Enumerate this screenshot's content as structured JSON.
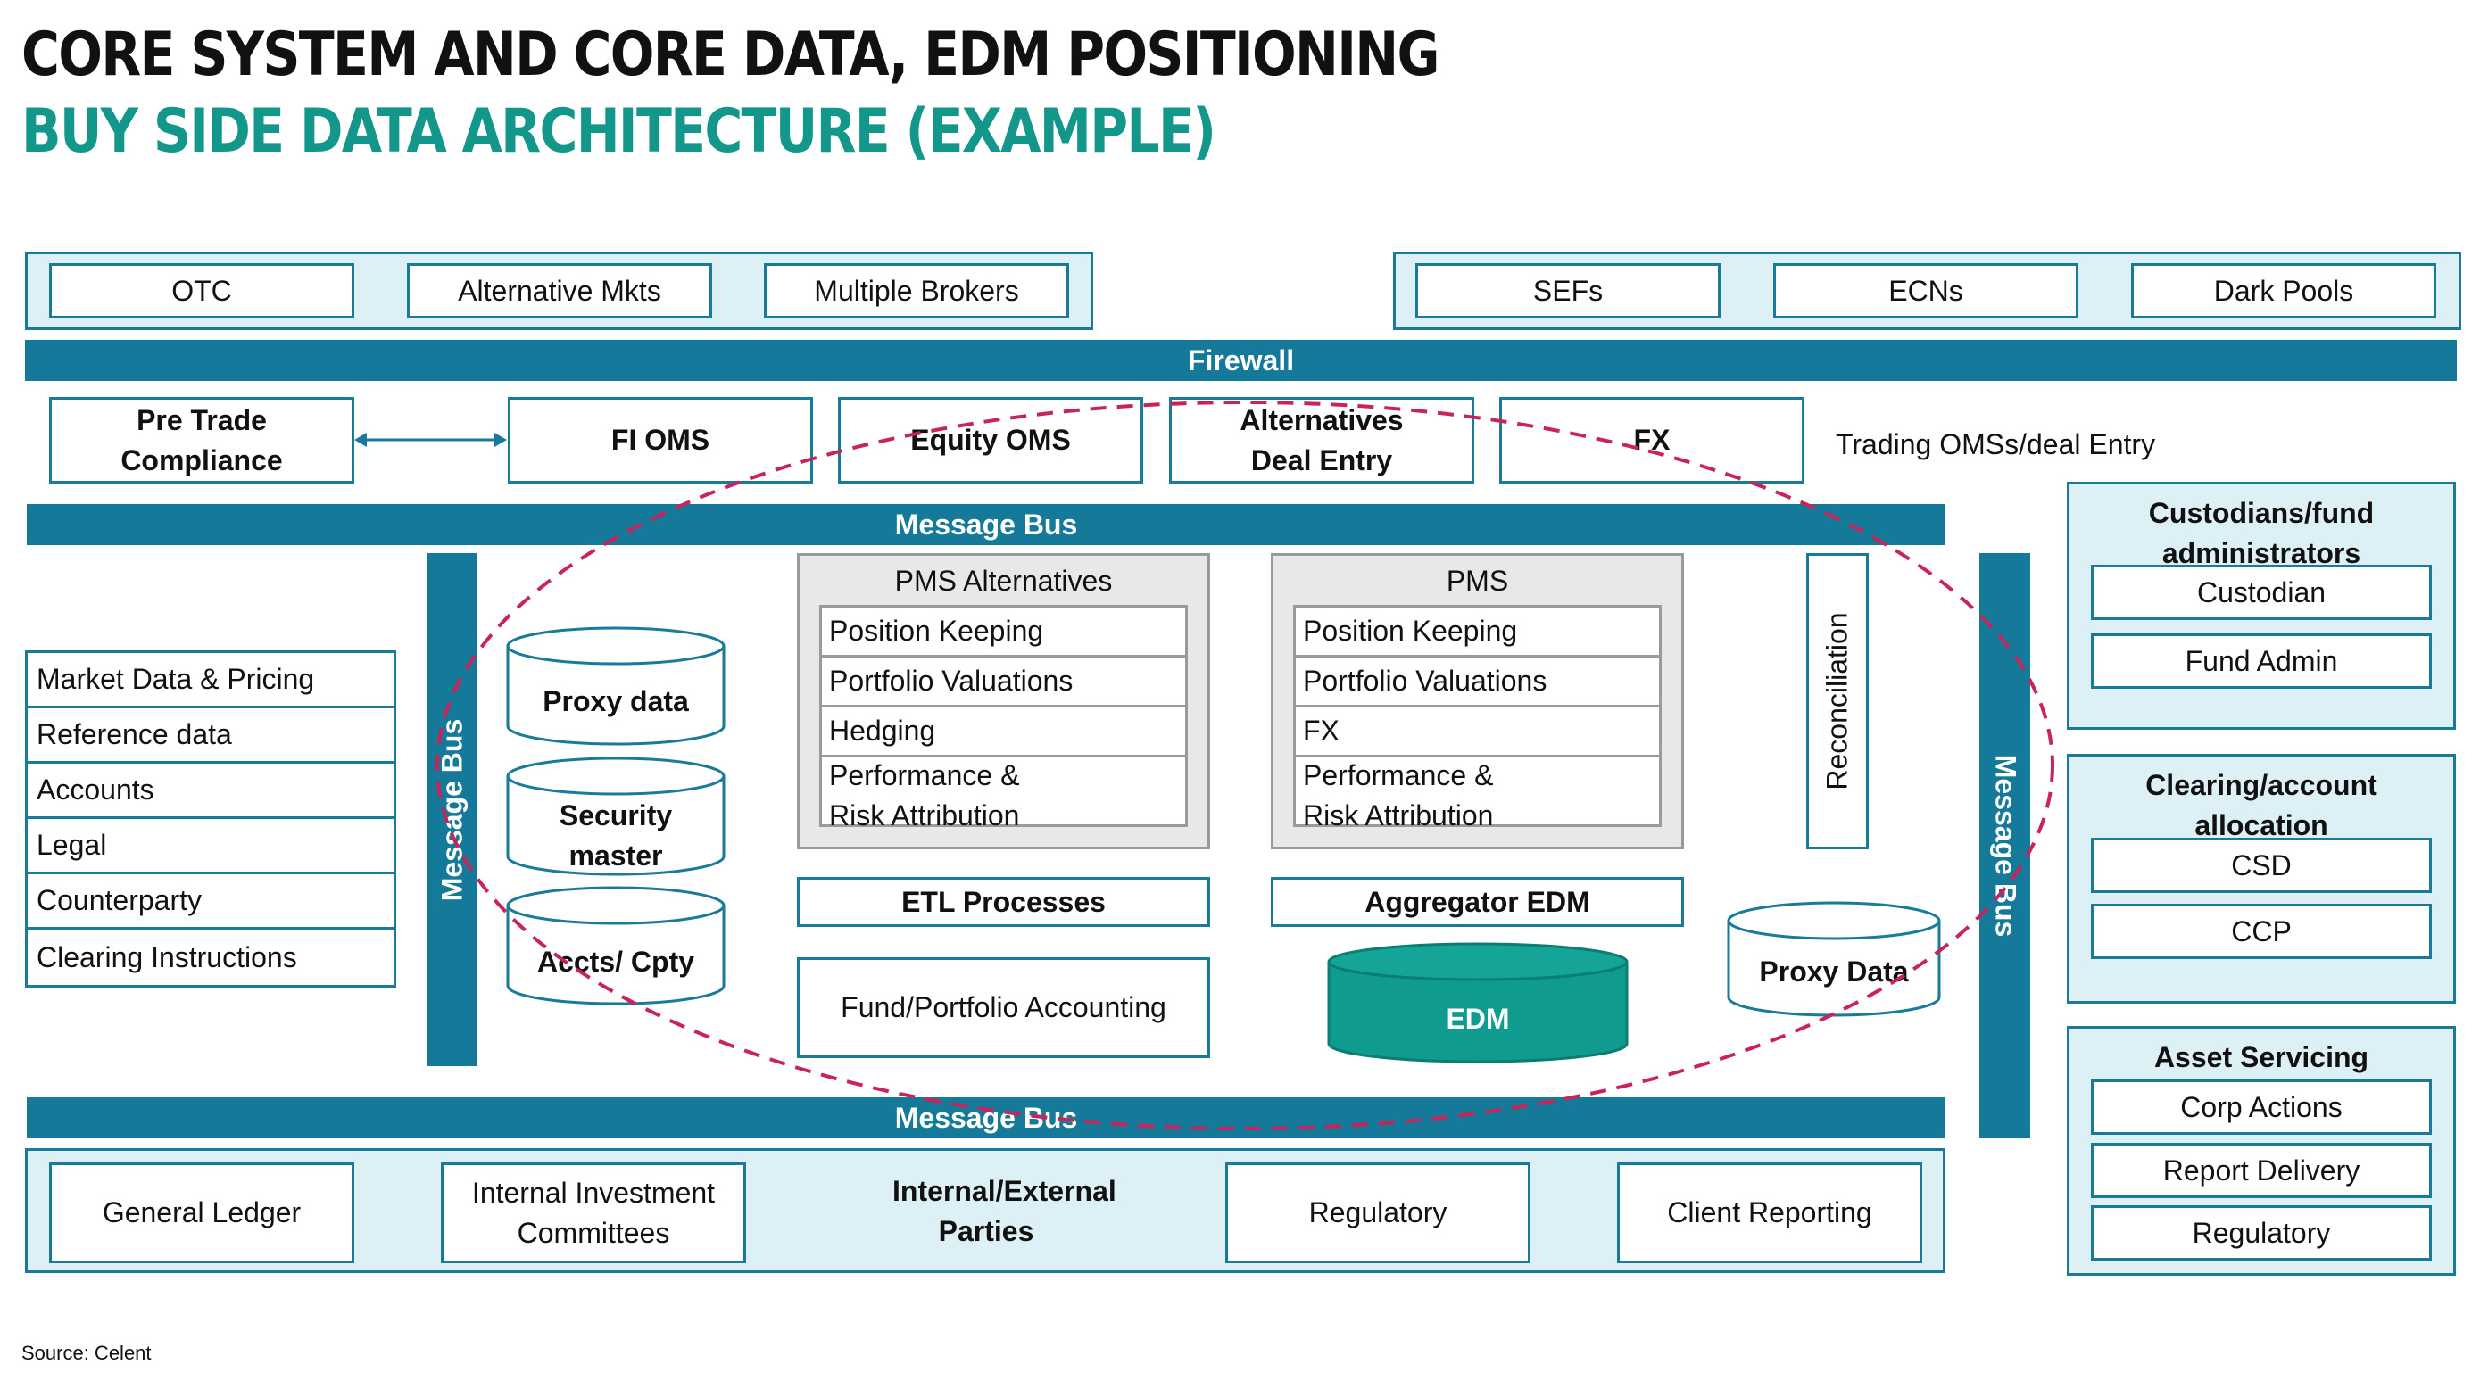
{
  "title": "CORE SYSTEM AND CORE DATA, EDM POSITIONING",
  "subtitle": "BUY SIDE DATA ARCHITECTURE (EXAMPLE)",
  "top_left_venues": [
    "OTC",
    "Alternative Mkts",
    "Multiple Brokers"
  ],
  "top_right_venues": [
    "SEFs",
    "ECNs",
    "Dark Pools"
  ],
  "firewall": "Firewall",
  "trading": {
    "pre_trade": "Pre Trade Compliance",
    "fi_oms": "FI OMS",
    "equity_oms": "Equity OMS",
    "alternatives": "Alternatives Deal Entry",
    "fx": "FX",
    "label": "Trading OMSs/deal Entry"
  },
  "message_bus": "Message Bus",
  "left_list": [
    "Market Data & Pricing",
    "Reference data",
    "Accounts",
    "Legal",
    "Counterparty",
    "Clearing Instructions"
  ],
  "databases": {
    "proxy_data": "Proxy data",
    "security_master": "Security master",
    "accts_cpty": "Accts/ Cpty",
    "proxy_data_right": "Proxy Data",
    "edm": "EDM"
  },
  "pms_alternatives": {
    "title": "PMS Alternatives",
    "rows": [
      "Position Keeping",
      "Portfolio Valuations",
      "Hedging",
      "Performance & Risk Attribution"
    ]
  },
  "pms": {
    "title": "PMS",
    "rows": [
      "Position Keeping",
      "Portfolio Valuations",
      "FX",
      "Performance & Risk Attribution"
    ]
  },
  "etl": "ETL Processes",
  "aggregator": "Aggregator EDM",
  "fund_accounting": "Fund/Portfolio Accounting",
  "reconciliation": "Reconciliation",
  "bottom": {
    "general_ledger": "General Ledger",
    "committees": "Internal Investment Committees",
    "parties": "Internal/External Parties",
    "regulatory": "Regulatory",
    "client_reporting": "Client Reporting"
  },
  "custodians": {
    "title": "Custodians/fund administrators",
    "items": [
      "Custodian",
      "Fund Admin"
    ]
  },
  "clearing": {
    "title": "Clearing/account allocation",
    "items": [
      "CSD",
      "CCP"
    ]
  },
  "asset_servicing": {
    "title": "Asset Servicing",
    "items": [
      "Corp Actions",
      "Report Delivery",
      "Regulatory"
    ]
  },
  "source": "Source: Celent",
  "colors": {
    "teal_title": "#13978a",
    "bar_blue": "#157a99",
    "edm_teal": "#0f9b8e",
    "ellipse": "#c8235a"
  }
}
